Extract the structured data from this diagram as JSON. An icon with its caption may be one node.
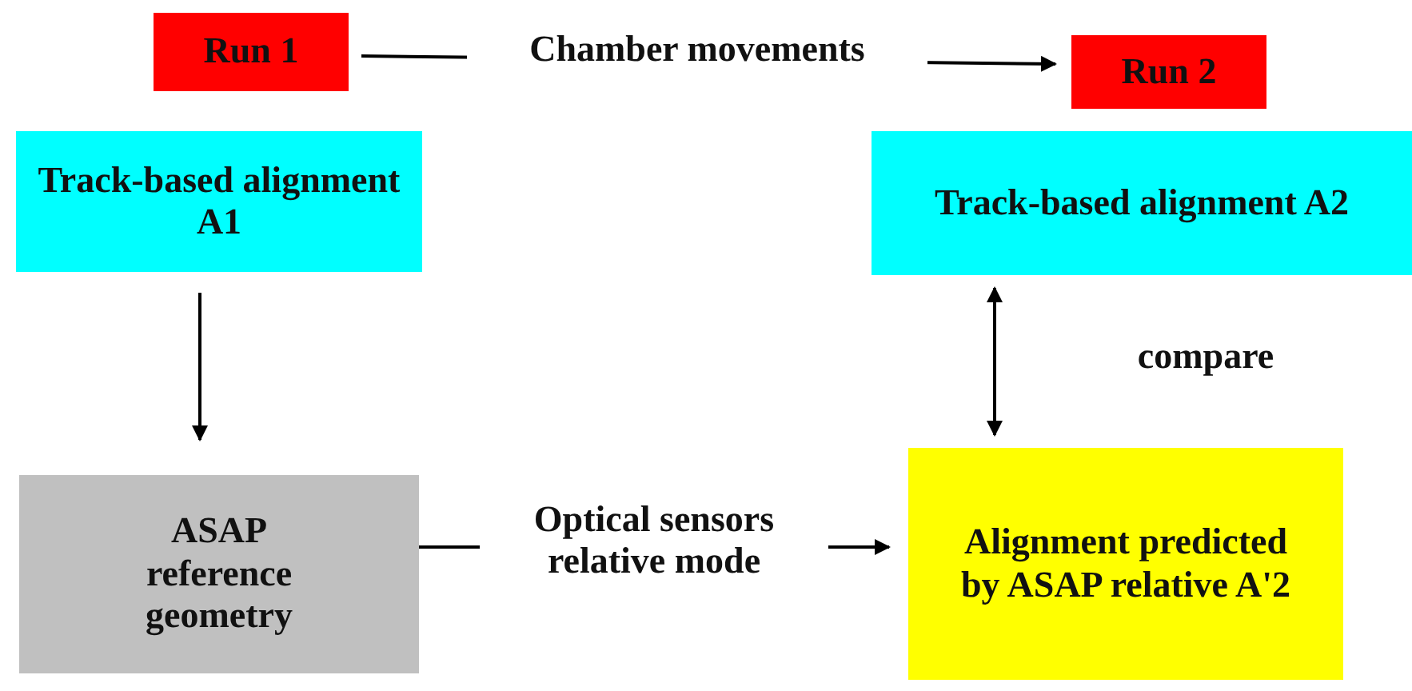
{
  "diagram": {
    "nodes": [
      {
        "text": [
          "Run 1"
        ]
      },
      {
        "text": [
          "Run 2"
        ]
      },
      {
        "text": [
          "Track-based alignment A1"
        ]
      },
      {
        "text": [
          "Track-based alignment A2"
        ]
      },
      {
        "text": [
          "ASAP reference geometry"
        ]
      },
      {
        "text": [
          "Alignment predicted by ASAP relative A'2"
        ]
      }
    ],
    "edges": [
      {
        "from": 0,
        "to": 1,
        "arrow": "to",
        "label": "Chamber movements"
      },
      {
        "from": 2,
        "to": 4,
        "arrow": "to"
      },
      {
        "from": 3,
        "to": 5,
        "arrow": "both",
        "label": "compare"
      },
      {
        "from": 4,
        "to": 5,
        "arrow": "to",
        "label": "Optical sensors relative mode"
      }
    ]
  }
}
